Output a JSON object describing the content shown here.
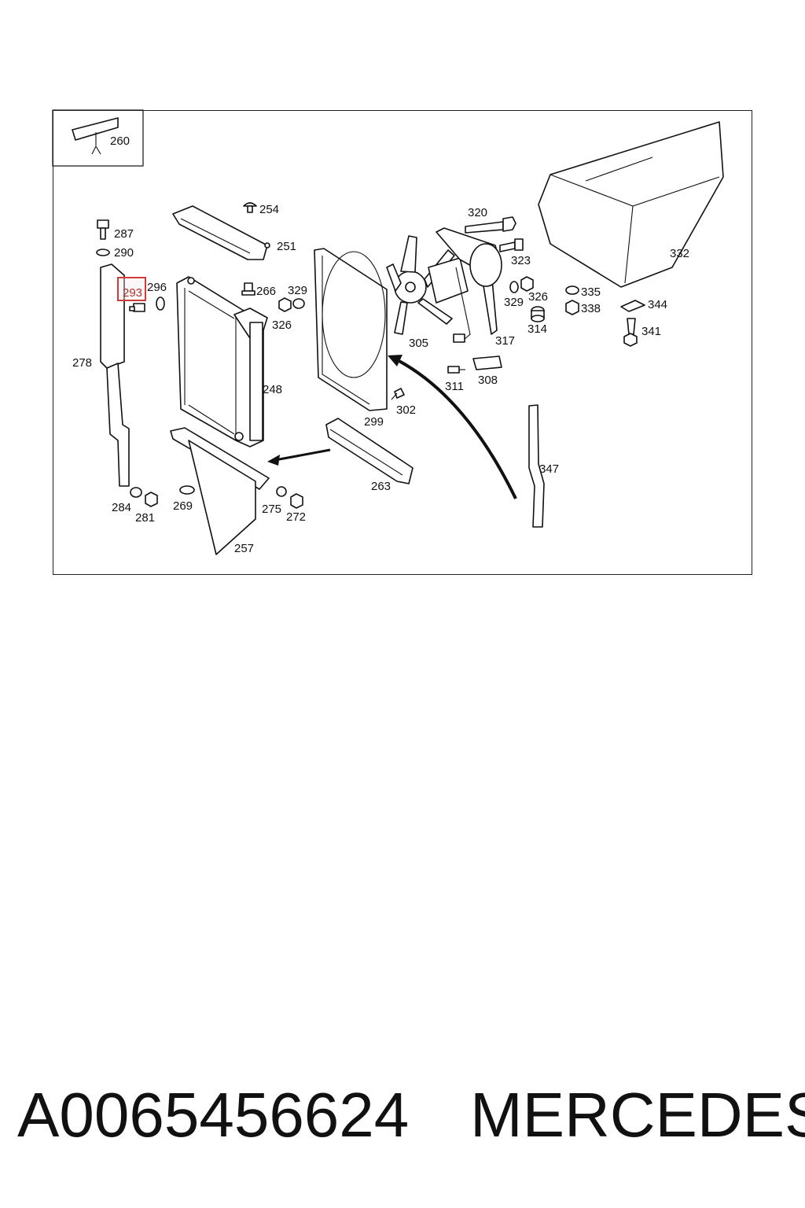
{
  "footer": {
    "part_number": "A0065456624",
    "brand": "MERCEDES"
  },
  "highlight": {
    "label": "293",
    "color": "#d03a3a"
  },
  "labels": {
    "l260": "260",
    "l254": "254",
    "l251": "251",
    "l287": "287",
    "l290": "290",
    "l296": "296",
    "l266": "266",
    "l329a": "329",
    "l326a": "326",
    "l278": "278",
    "l248": "248",
    "l284": "284",
    "l281": "281",
    "l269": "269",
    "l275": "275",
    "l272": "272",
    "l257": "257",
    "l263": "263",
    "l299": "299",
    "l302": "302",
    "l305": "305",
    "l317": "317",
    "l311": "311",
    "l308": "308",
    "l320": "320",
    "l323": "323",
    "l329b": "329",
    "l326b": "326",
    "l314": "314",
    "l335": "335",
    "l338": "338",
    "l344": "344",
    "l341": "341",
    "l332": "332",
    "l347": "347"
  }
}
